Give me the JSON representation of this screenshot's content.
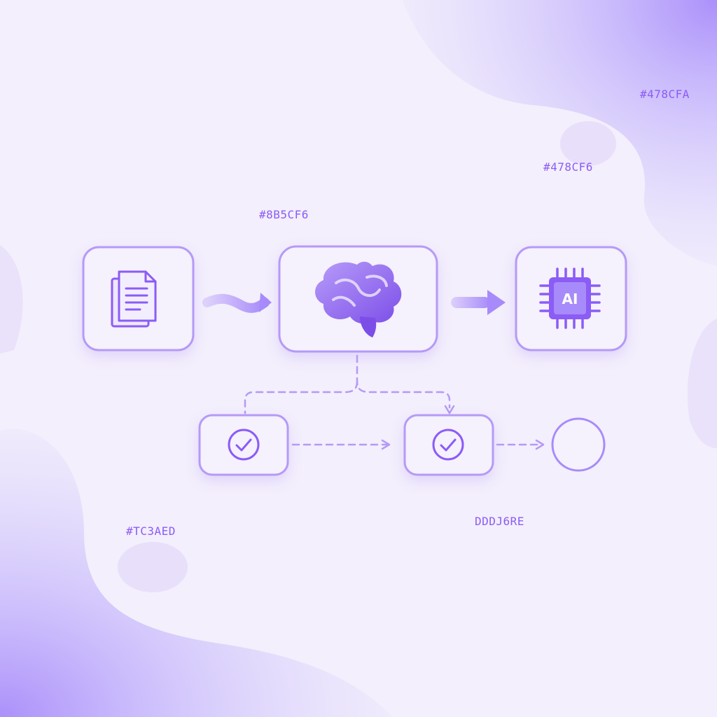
{
  "labels": {
    "top_right": "#478CFA",
    "upper_right": "#478CF6",
    "center_top": "#8B5CF6",
    "bottom_left": "#TC3AED",
    "bottom_center": "DDDJ6RE"
  },
  "nodes": {
    "ai_chip_text": "AI"
  },
  "colors": {
    "background": "#f3effc",
    "accent": "#8b5cf6",
    "accent_light": "#c4b5fd",
    "blob": "#a78bfa",
    "label": "#8b5cf6"
  },
  "icons": {
    "document": "document-stack-icon",
    "brain": "brain-icon",
    "chip": "ai-chip-icon",
    "check": "check-circle-icon"
  }
}
